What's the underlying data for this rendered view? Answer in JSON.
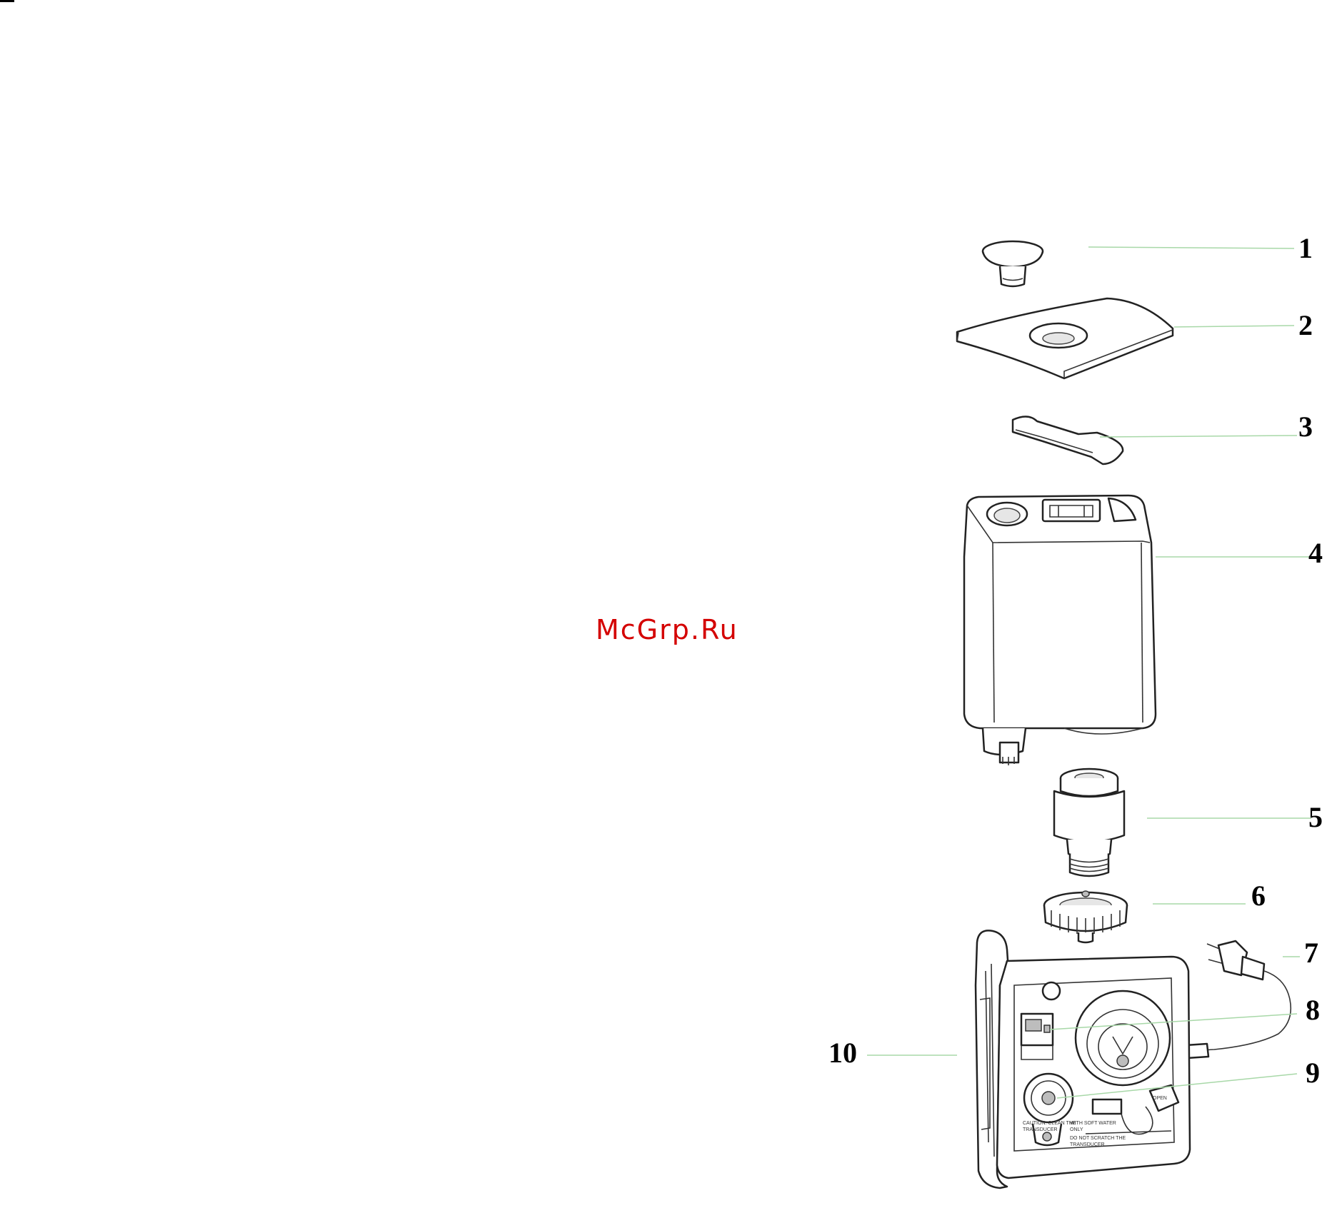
{
  "watermark": "McGrp.Ru",
  "callouts": [
    {
      "id": "1",
      "label": "1"
    },
    {
      "id": "2",
      "label": "2"
    },
    {
      "id": "3",
      "label": "3"
    },
    {
      "id": "4",
      "label": "4"
    },
    {
      "id": "5",
      "label": "5"
    },
    {
      "id": "6",
      "label": "6"
    },
    {
      "id": "7",
      "label": "7"
    },
    {
      "id": "8",
      "label": "8"
    },
    {
      "id": "9",
      "label": "9"
    },
    {
      "id": "10",
      "label": "10"
    }
  ],
  "base_caution_text": [
    "CAUTION: CLEAN THE",
    "TRANSDUCER",
    "WITH SOFT WATER",
    "ONLY",
    "DO NOT SCRATCH THE",
    "TRANSDUCER"
  ],
  "arrow_label": "OPEN"
}
